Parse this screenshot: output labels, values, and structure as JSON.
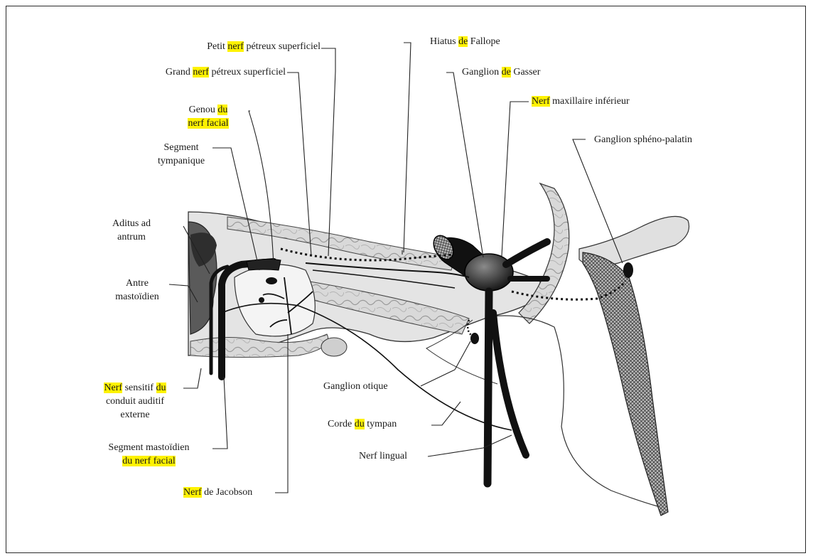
{
  "labels": {
    "petit_nerf": {
      "pre": "Petit ",
      "hl": "nerf",
      "post": " pétreux superficiel"
    },
    "grand_nerf": {
      "pre": "Grand ",
      "hl": "nerf",
      "post": " pétreux superficiel"
    },
    "hiatus": {
      "pre": "Hiatus ",
      "hl": "de",
      "post": " Fallope"
    },
    "ganglion_gasser": {
      "pre": "Ganglion ",
      "hl": "de",
      "post": " Gasser"
    },
    "nerf_maxillaire": {
      "hl": "Nerf",
      "post": " maxillaire inférieur"
    },
    "ganglion_spheno": "Ganglion sphéno-palatin",
    "genou": {
      "l1_pre": "Genou ",
      "l1_hl": "du",
      "l2_hl": "nerf facial"
    },
    "segment_tympanique": {
      "l1": "Segment",
      "l2": "tympanique"
    },
    "aditus": {
      "l1": "Aditus ad",
      "l2": "antrum"
    },
    "antre": {
      "l1": "Antre",
      "l2": "mastoïdien"
    },
    "nerf_sensitif": {
      "l1_hl1": "Nerf",
      "l1_mid": " sensitif ",
      "l1_hl2": "du",
      "l2": "conduit auditif",
      "l3": "externe"
    },
    "segment_mastoidien": {
      "l1": "Segment mastoïdien",
      "l2_hl": "du nerf facial"
    },
    "jacobson": {
      "hl": "Nerf",
      "post": " de Jacobson"
    },
    "ganglion_otique": "Ganglion otique",
    "corde": {
      "pre": "Corde ",
      "hl": "du",
      "post": " tympan"
    },
    "nerf_lingual": "Nerf lingual"
  },
  "colors": {
    "highlight": "#fff200",
    "bone": "#d8d8d8",
    "nerve": "#111111",
    "line": "#222222"
  }
}
